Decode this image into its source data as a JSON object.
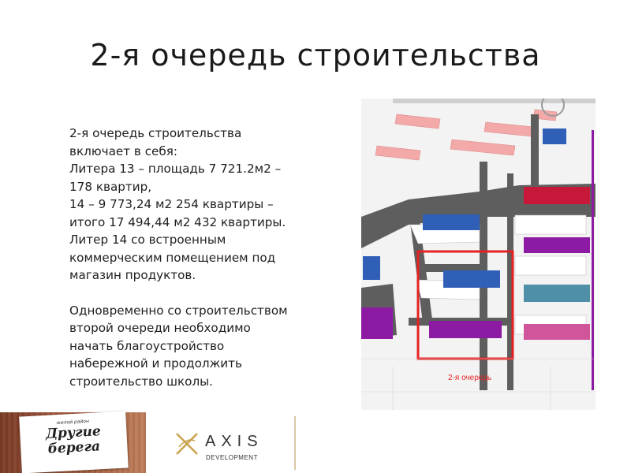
{
  "slide": {
    "title": "2-я очередь строительства",
    "paragraph_1": [
      "2-я очередь строительства",
      "включает в себя:",
      "Литера 13 – площадь 7 721.2м2 –",
      "178 квартир,",
      "14 – 9 773,24 м2 254 квартиры –",
      "итого 17 494,44 м2 432 квартиры.",
      "Литер 14 со встроенным",
      "коммерческим помещением под",
      "магазин продуктов."
    ],
    "paragraph_2": [
      "Одновременно со строительством",
      "второй очереди необходимо",
      "начать благоустройство",
      "набережной и продолжить",
      "строительство школы."
    ]
  },
  "site_plan": {
    "highlight_label": "2-я очередь",
    "colors": {
      "highlight": "#e52222",
      "blue": "#2f5fb7",
      "red": "#c8183a",
      "purple": "#8c1aa3",
      "teal": "#4f8fa8",
      "pink": "#d0559a",
      "road": "#5a5a5a",
      "salmon": "#f4a9a9"
    }
  },
  "footer": {
    "logo_small_text": "жилой район",
    "logo_line_1": "Другие",
    "logo_line_2": "берега",
    "brand_name": "AXIS",
    "brand_sub": "DEVELOPMENT",
    "brand_color": "#c9a24a"
  }
}
